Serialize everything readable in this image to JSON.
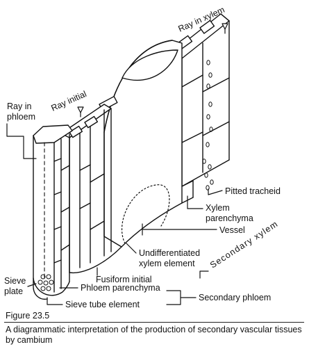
{
  "labels": {
    "ray_in_xylem": "Ray in xylem",
    "ray_initial": "Ray initial",
    "ray_in_phloem": "Ray in\nphloem",
    "pitted_tracheid": "Pitted tracheid",
    "xylem_parenchyma": "Xylem\nparenchyma",
    "vessel": "Vessel",
    "secondary_xylem": "Secondary xylem",
    "undifferentiated_xylem_element": "Undifferentiated\nxylem element",
    "fusiform_initial": "Fusiform initial",
    "sieve_plate": "Sieve\nplate",
    "phloem_parenchyma": "Phloem parenchyma",
    "sieve_tube_element": "Sieve tube element",
    "secondary_phloem": "Secondary phloem"
  },
  "figure": {
    "number": "Figure 23.5",
    "caption": "A diagrammatic interpretation of the production of secondary vascular tissues by cambium"
  }
}
